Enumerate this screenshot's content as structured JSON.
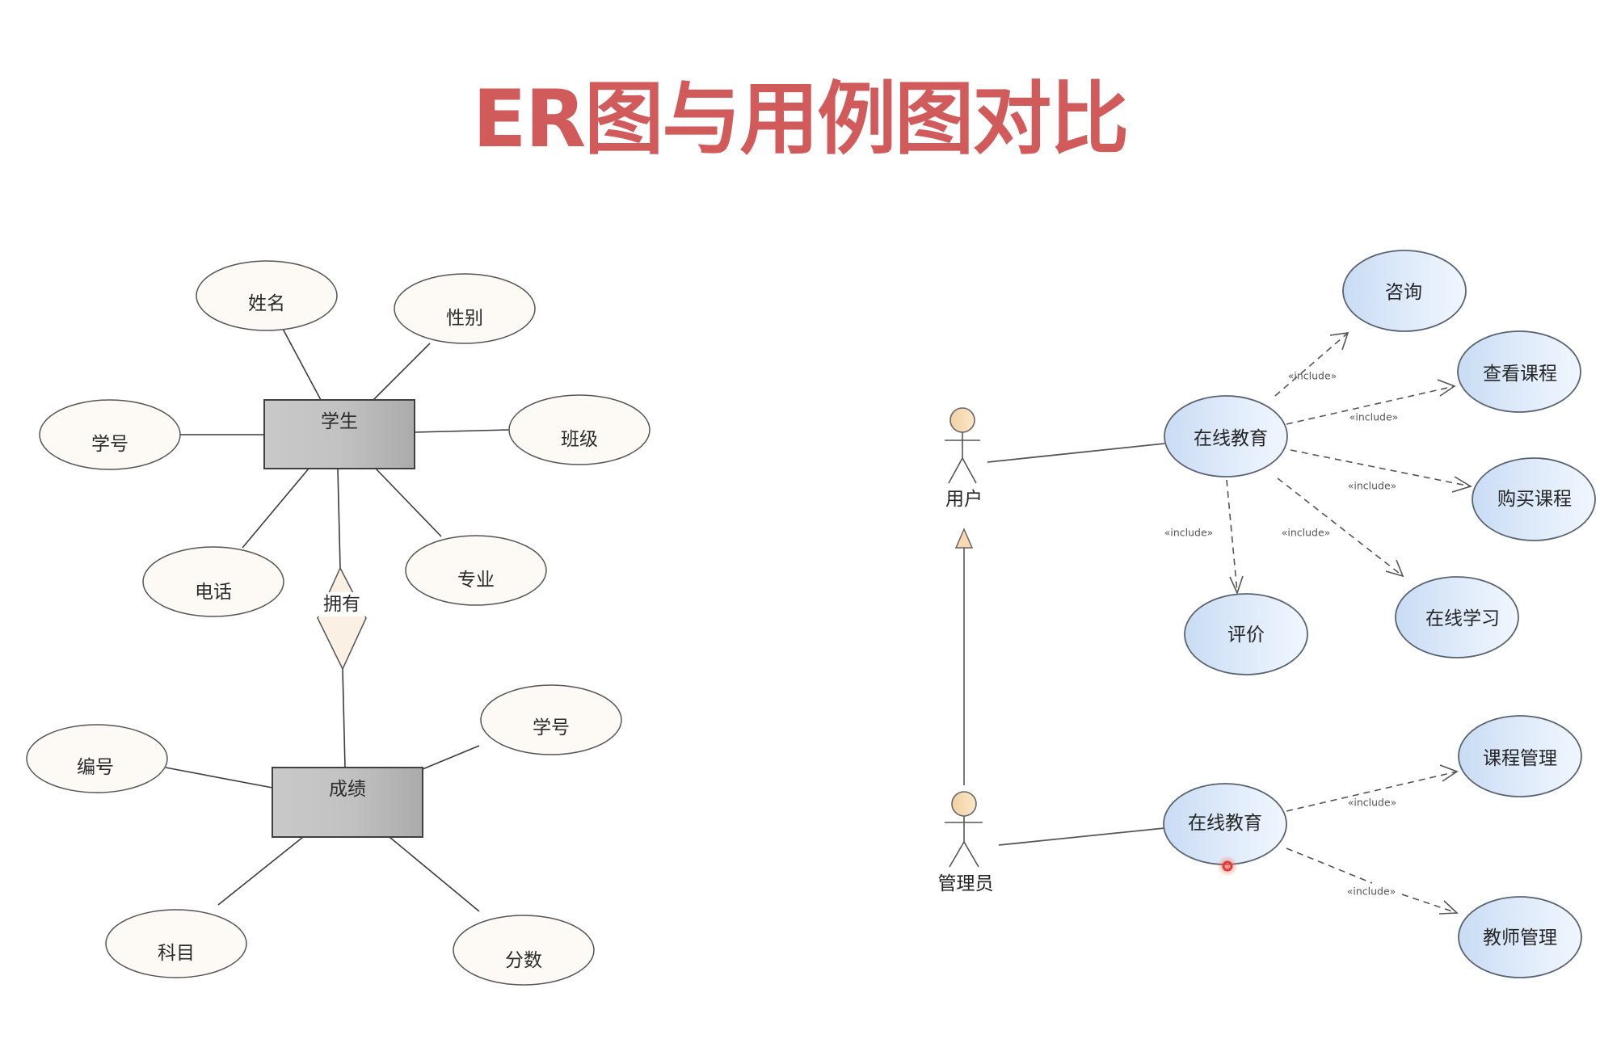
{
  "title": "ER图与用例图对比",
  "er_diagram": {
    "entities": [
      {
        "id": "student",
        "label": "学生"
      },
      {
        "id": "score",
        "label": "成绩"
      }
    ],
    "relationship": {
      "label": "拥有",
      "from": "student",
      "to": "score"
    },
    "attributes": [
      {
        "entity": "student",
        "label": "姓名"
      },
      {
        "entity": "student",
        "label": "性别"
      },
      {
        "entity": "student",
        "label": "学号"
      },
      {
        "entity": "student",
        "label": "班级"
      },
      {
        "entity": "student",
        "label": "电话"
      },
      {
        "entity": "student",
        "label": "专业"
      },
      {
        "entity": "score",
        "label": "编号"
      },
      {
        "entity": "score",
        "label": "学号"
      },
      {
        "entity": "score",
        "label": "科目"
      },
      {
        "entity": "score",
        "label": "分数"
      }
    ]
  },
  "use_case_diagram": {
    "actors": [
      {
        "id": "user",
        "label": "用户"
      },
      {
        "id": "admin",
        "label": "管理员"
      }
    ],
    "generalization": {
      "from": "admin",
      "to": "user"
    },
    "use_cases": [
      {
        "id": "online_edu_user",
        "label": "在线教育"
      },
      {
        "id": "consult",
        "label": "咨询"
      },
      {
        "id": "view_course",
        "label": "查看课程"
      },
      {
        "id": "buy_course",
        "label": "购买课程"
      },
      {
        "id": "evaluate",
        "label": "评价"
      },
      {
        "id": "online_learning",
        "label": "在线学习"
      },
      {
        "id": "online_edu_admin",
        "label": "在线教育"
      },
      {
        "id": "course_mgmt",
        "label": "课程管理"
      },
      {
        "id": "teacher_mgmt",
        "label": "教师管理"
      }
    ],
    "associations": [
      {
        "actor": "user",
        "use_case": "online_edu_user"
      },
      {
        "actor": "admin",
        "use_case": "online_edu_admin"
      }
    ],
    "includes": [
      {
        "from": "online_edu_user",
        "to": "consult",
        "label": "«include»"
      },
      {
        "from": "online_edu_user",
        "to": "view_course",
        "label": "«include»"
      },
      {
        "from": "online_edu_user",
        "to": "buy_course",
        "label": "«include»"
      },
      {
        "from": "online_edu_user",
        "to": "evaluate",
        "label": "«include»"
      },
      {
        "from": "online_edu_user",
        "to": "online_learning",
        "label": "«include»"
      },
      {
        "from": "online_edu_admin",
        "to": "course_mgmt",
        "label": "«include»"
      },
      {
        "from": "online_edu_admin",
        "to": "teacher_mgmt",
        "label": "«include»"
      }
    ]
  },
  "colors": {
    "title": "#d15a5a",
    "er_attribute_fill": "#fdf9f4",
    "er_entity_fill": "#c4c4c4",
    "relationship_fill": "#fbf0e4",
    "use_case_fill": "#dbe8f8",
    "actor_fill": "#f8d9b0",
    "cursor_marker": "#e53935"
  }
}
